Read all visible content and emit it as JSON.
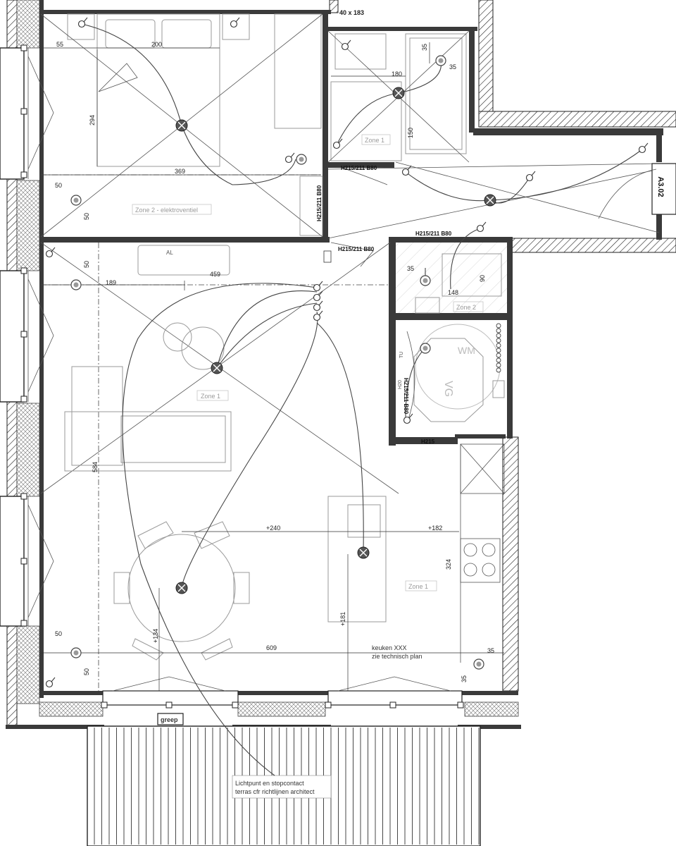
{
  "room_code": "A3.02",
  "window_size": "40 x 183",
  "zones": {
    "bedroom": "Zone 2 - elektroventiel",
    "bathroom": "Zone 1",
    "wc": "Zone 2",
    "living": "Zone 1",
    "kitchen": "Zone 1"
  },
  "dimensions": {
    "d55": "55",
    "d200": "200",
    "d294": "294",
    "d369": "369",
    "d50a": "50",
    "d50b": "50",
    "d50c": "50",
    "d50d": "50",
    "d50e": "50",
    "d189": "189",
    "d459": "459",
    "d584": "584",
    "d609": "609",
    "d240": "+240",
    "d182": "+182",
    "d324": "324",
    "d134": "+134",
    "d181": "+181",
    "d180": "180",
    "d150": "150",
    "d35a": "35",
    "d35b": "35",
    "d35c": "35",
    "d35d": "35",
    "d35e": "35",
    "d148": "148",
    "d90": "90"
  },
  "door_labels": {
    "bath_door": "H215/211 B80",
    "bed_door": "H215/211 B80",
    "hall_door": "H215/211 B80",
    "living_door": "H215/211 B80",
    "wc_door": "H215/211 B80",
    "utility_door": "H215"
  },
  "equipment": {
    "wm": "WM",
    "vg": "VG",
    "al": "AL",
    "h20": "H20",
    "tu": "TU"
  },
  "notes": {
    "kitchen_line1": "keuken XXX",
    "kitchen_line2": "zie technisch plan",
    "grip": "greep",
    "terrace_line1": "Lichtpunt en stopcontact",
    "terrace_line2": "terras cfr richtlijnen architect"
  }
}
